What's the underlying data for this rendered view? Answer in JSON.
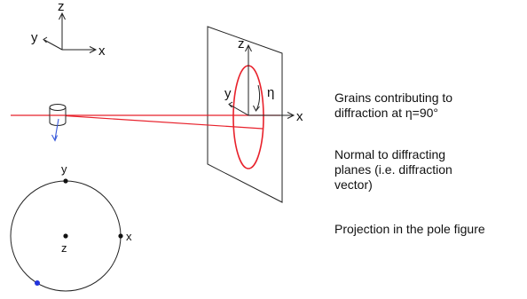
{
  "colors": {
    "beam": "#e8212b",
    "normal": "#3b5bdb",
    "pole_point": "#2233dd",
    "line": "#222222"
  },
  "lab_axes": {
    "z": "z",
    "y": "y",
    "x": "x"
  },
  "detector_axes": {
    "z": "z",
    "y": "y",
    "x": "x",
    "eta": "η"
  },
  "pole_figure_axes": {
    "y": "y",
    "x": "x",
    "z": "z"
  },
  "legend": {
    "grains_line1": "Grains contributing to",
    "grains_line2": "diffraction at η=90°",
    "normal_line1": "Normal to diffracting",
    "normal_line2": "planes (i.e. diffraction",
    "normal_line3": "vector)",
    "projection": "Projection in the pole figure"
  }
}
